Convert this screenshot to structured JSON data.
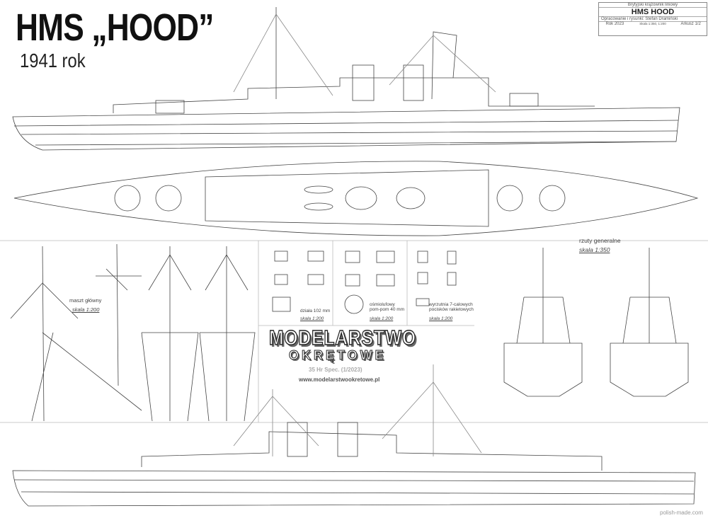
{
  "header": {
    "title": "HMS „HOOD”",
    "year": "1941 rok"
  },
  "title_block": {
    "subtitle": "Brytyjski krążownik liniowy",
    "ship": "HMS HOOD",
    "author": "Opracowanie i rysunki: Stefan Dramiński",
    "year": "Rok 2023",
    "scale": "Skala 1:350, 1:200",
    "sheet": "Arkusz 1/2"
  },
  "mast": {
    "label": "maszt główny",
    "scale": "skala 1:200"
  },
  "guns": [
    {
      "label": "działa 102 mm",
      "scale": "skala 1:200"
    },
    {
      "label": "ośmiolufowy pom-pom 40 mm",
      "scale": "skala 1:200"
    },
    {
      "label": "wyrzutnia 7-calowych pocisków rakietowych",
      "scale": "skala 1:200"
    }
  ],
  "general": {
    "label": "rzuty generalne",
    "scale": "skala 1:350"
  },
  "logo": {
    "line1": "MODELARSTWO",
    "line2": "OKRĘTOWE",
    "issue": "35 Hr Spec. (1/2023)",
    "url": "www.modelarstwookretowe.pl"
  },
  "watermark": "polish-made.com"
}
